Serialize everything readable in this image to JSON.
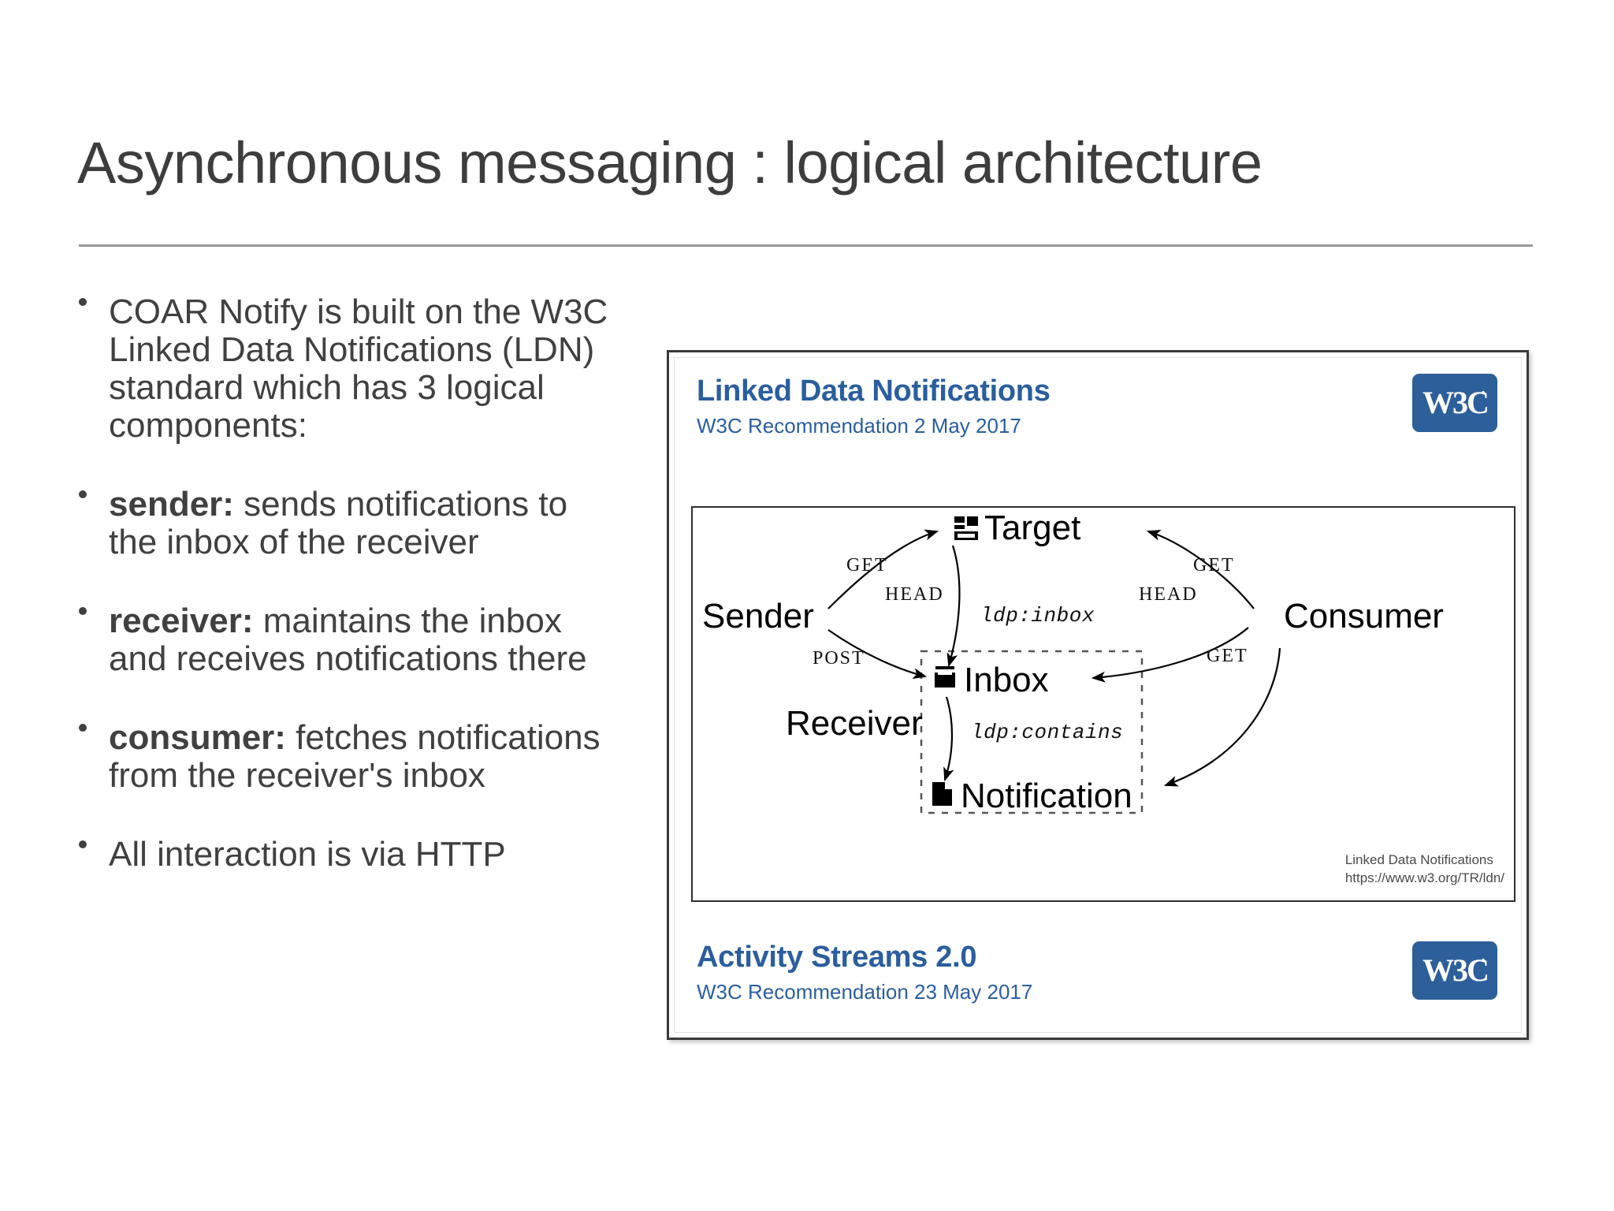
{
  "slide": {
    "title": "Asynchronous messaging : logical architecture"
  },
  "bullets": [
    {
      "bold": "",
      "text": "COAR Notify is built on the W3C Linked Data Notifications (LDN) standard which has 3 logical components:"
    },
    {
      "bold": "sender:",
      "text": " sends notifications to the inbox of the receiver"
    },
    {
      "bold": "receiver:",
      "text": " maintains the inbox and receives notifications there"
    },
    {
      "bold": "consumer:",
      "text": " fetches notifications from the receiver's inbox"
    },
    {
      "bold": "",
      "text": "All interaction is via HTTP"
    }
  ],
  "panel": {
    "top_spec": {
      "title": "Linked Data Notifications",
      "subtitle": "W3C Recommendation 2 May 2017"
    },
    "bottom_spec": {
      "title": "Activity Streams 2.0",
      "subtitle": "W3C Recommendation 23 May 2017"
    },
    "logo_text": "W3C",
    "attribution": {
      "line1": "Linked Data Notifications",
      "line2": "https://www.w3.org/TR/ldn/"
    }
  },
  "diagram": {
    "nodes": {
      "sender": "Sender",
      "target": "Target",
      "consumer": "Consumer",
      "inbox": "Inbox",
      "receiver": "Receiver",
      "notification": "Notification"
    },
    "edges": {
      "sender_get": "GET",
      "sender_head": "HEAD",
      "sender_post": "POST",
      "consumer_get": "GET",
      "consumer_head": "HEAD",
      "consumer_get2": "GET",
      "ldp_inbox": "ldp:inbox",
      "ldp_contains": "ldp:contains"
    }
  },
  "colors": {
    "spec_blue": "#2a5e9e",
    "logo_blue": "#2d5f9a",
    "text_gray": "#404040",
    "rule_gray": "#9a9a9a"
  }
}
